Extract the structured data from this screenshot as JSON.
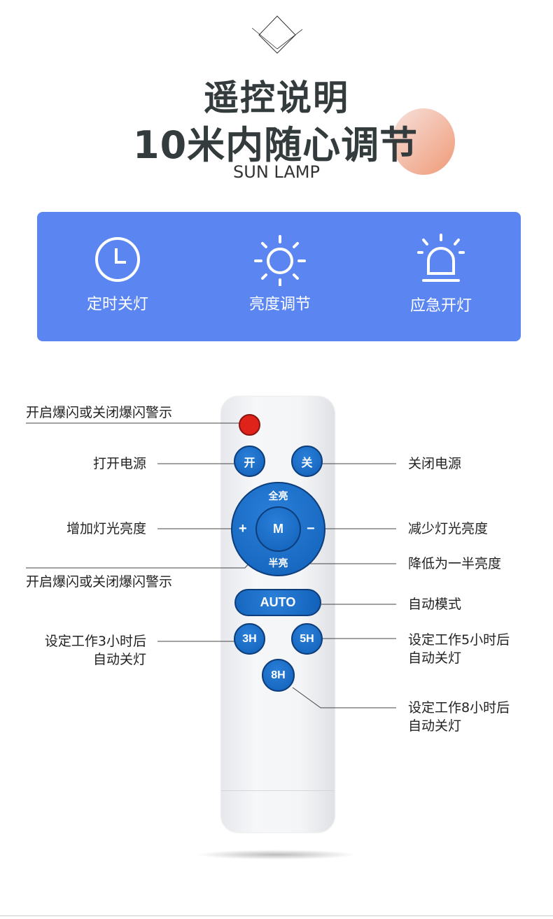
{
  "header": {
    "title_line1": "遥控说明",
    "title_line2": "10米内随心调节",
    "subtitle": "SUN LAMP"
  },
  "features": [
    {
      "label": "定时关灯",
      "icon": "clock-icon"
    },
    {
      "label": "亮度调节",
      "icon": "sun-icon"
    },
    {
      "label": "应急开灯",
      "icon": "alarm-light-icon"
    }
  ],
  "remote": {
    "on": "开",
    "off": "关",
    "full": "全亮",
    "half": "半亮",
    "plus": "+",
    "minus": "−",
    "mode": "M",
    "auto": "AUTO",
    "h3": "3H",
    "h5": "5H",
    "h8": "8H"
  },
  "annotations": {
    "flash_top": "开启爆闪或关闭爆闪警示",
    "power_on": "打开电源",
    "power_off": "关闭电源",
    "increase": "增加灯光亮度",
    "decrease": "减少灯光亮度",
    "flash_mode": "开启爆闪或关闭爆闪警示",
    "half": "降低为一半亮度",
    "auto": "自动模式",
    "t3_line1": "设定工作3小时后",
    "t3_line2": "自动关灯",
    "t5_line1": "设定工作5小时后",
    "t5_line2": "自动关灯",
    "t8_line1": "设定工作8小时后",
    "t8_line2": "自动关灯"
  },
  "colors": {
    "panel": "#5b85f1",
    "button": "#1565c0",
    "red": "#e0231a"
  }
}
